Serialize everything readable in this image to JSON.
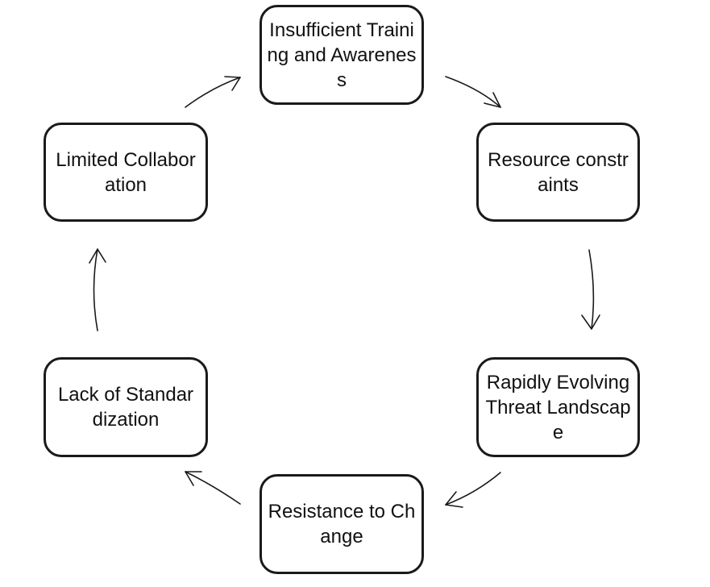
{
  "diagram": {
    "type": "cycle",
    "nodes": [
      {
        "id": "training",
        "label": "Insufficient Training and Awareness"
      },
      {
        "id": "resource",
        "label": "Resource constraints"
      },
      {
        "id": "threat",
        "label": "Rapidly Evolving Threat Landscape"
      },
      {
        "id": "resistance",
        "label": "Resistance to Change"
      },
      {
        "id": "standard",
        "label": "Lack of Standardization"
      },
      {
        "id": "collab",
        "label": "Limited Collaboration"
      }
    ],
    "edges": [
      {
        "from": "training",
        "to": "resource"
      },
      {
        "from": "resource",
        "to": "threat"
      },
      {
        "from": "threat",
        "to": "resistance"
      },
      {
        "from": "resistance",
        "to": "standard"
      },
      {
        "from": "standard",
        "to": "collab"
      },
      {
        "from": "collab",
        "to": "training"
      }
    ],
    "colors": {
      "stroke": "#1a1a1a",
      "background": "#ffffff"
    }
  }
}
